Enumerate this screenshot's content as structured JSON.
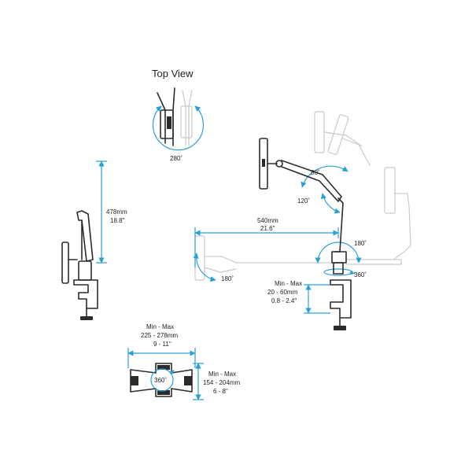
{
  "top_view": {
    "title": "Top View",
    "rotation": "280˚"
  },
  "height_dim": {
    "metric": "478mm",
    "imperial": "18.8\""
  },
  "reach_dim": {
    "metric": "540mm",
    "imperial": "21.6\""
  },
  "arm_angles": {
    "upper": "80˚",
    "lower": "120˚",
    "base_right": "180˚",
    "base_left": "180˚",
    "swivel": "360˚"
  },
  "clamp_dim": {
    "title": "Min - Max",
    "metric": "20 - 60mm",
    "imperial": "0.8 - 2.4\""
  },
  "tablet_width": {
    "title": "Min - Max",
    "metric": "225 - 278mm",
    "imperial": "9 - 11\""
  },
  "tablet_height": {
    "title": "Min - Max",
    "metric": "154 - 204mm",
    "imperial": "6 - 8\""
  },
  "holder_rotation": "360˚",
  "colors": {
    "dimension": "#2a9fd6",
    "mount": "#2b2b2b",
    "ghost": "#c9c9c9"
  }
}
